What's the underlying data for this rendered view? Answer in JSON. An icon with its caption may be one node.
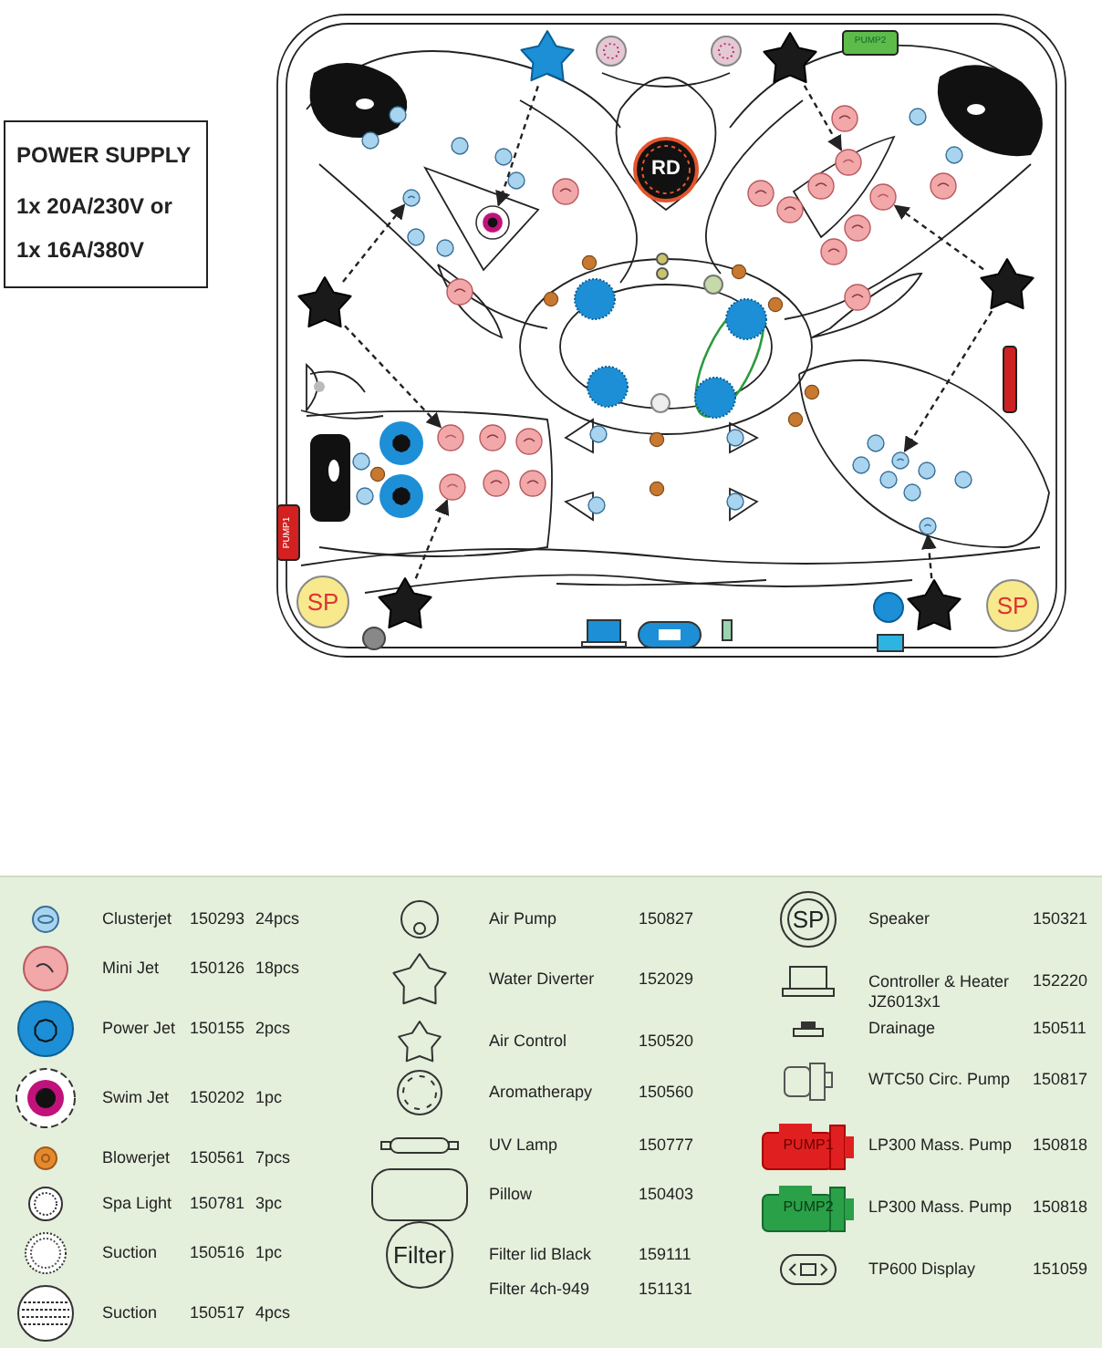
{
  "diagram": {
    "nodes": [
      {
        "text": [
          "POWER SUPPLY",
          "1x 20A/230V or 1x 16A/380V"
        ]
      },
      {
        "text": [],
        "shape": "star"
      },
      {
        "text": [],
        "shape": "star"
      },
      {
        "text": [],
        "shape": "circle"
      },
      {
        "text": [],
        "shape": "circle"
      },
      {
        "text": [],
        "shape": "circle"
      },
      {
        "text": [],
        "shape": "circle"
      },
      {
        "text": [],
        "shape": "star"
      },
      {
        "text": [],
        "shape": "star"
      },
      {
        "text": [],
        "shape": "circle"
      },
      {
        "text": [],
        "shape": "circle"
      },
      {
        "text": [],
        "shape": "circle"
      },
      {
        "text": [],
        "shape": "circle"
      },
      {
        "text": [],
        "shape": "star"
      },
      {
        "text": [],
        "shape": "star"
      }
    ],
    "edges": [
      {
        "from": 1,
        "to": 3,
        "arrow": "to",
        "style": "dashed"
      },
      {
        "from": 2,
        "to": 4,
        "arrow": "to",
        "style": "dashed"
      },
      {
        "from": 7,
        "to": 5,
        "arrow": "to",
        "style": "dashed"
      },
      {
        "from": 7,
        "to": 9,
        "arrow": "to",
        "style": "dashed"
      },
      {
        "from": 8,
        "to": 6,
        "arrow": "to",
        "style": "dashed"
      },
      {
        "from": 8,
        "to": 10,
        "arrow": "to",
        "style": "dashed"
      },
      {
        "from": 13,
        "to": 11,
        "arrow": "to",
        "style": "dashed"
      },
      {
        "from": 14,
        "to": 12,
        "arrow": "to",
        "style": "dashed"
      }
    ],
    "labels": [
      "RD",
      "PUMP2",
      "PUMP1",
      "SP",
      "SP",
      "150293",
      "24pcs",
      "150126",
      "18pcs",
      "150155",
      "2pcs",
      "150202",
      "1pc",
      "150561",
      "7pcs",
      "150781",
      "3pc",
      "150516",
      "1pc",
      "150517",
      "4pcs",
      "150827",
      "152029",
      "150520",
      "150560",
      "150777",
      "150403",
      "Filter",
      "159111",
      "151131",
      "SP",
      "150321",
      "152220",
      "150511",
      "150817",
      "PUMP1",
      "150818",
      "PUMP2",
      "150818",
      "151059"
    ],
    "legend": [
      {
        "text": "Clusterjet"
      },
      {
        "text": "Mini Jet"
      },
      {
        "text": "Power Jet"
      },
      {
        "text": "Swim Jet"
      },
      {
        "text": "Blowerjet"
      },
      {
        "text": "Spa Light"
      },
      {
        "text": "Suction"
      },
      {
        "text": "Suction"
      },
      {
        "text": "Air Pump"
      },
      {
        "text": "Water Diverter"
      },
      {
        "text": "Air Control"
      },
      {
        "text": "Aromatherapy"
      },
      {
        "text": "UV Lamp"
      },
      {
        "text": "Pillow"
      },
      {
        "text": "Filter lid Black"
      },
      {
        "text": "Filter 4ch-949"
      },
      {
        "text": "Speaker"
      },
      {
        "text": "Controller & Heater JZ6013x1"
      },
      {
        "text": "Drainage"
      },
      {
        "text": "WTC50 Circ. Pump"
      },
      {
        "text": "LP300 Mass. Pump"
      },
      {
        "text": "LP300 Mass. Pump"
      },
      {
        "text": "TP600 Display"
      }
    ]
  }
}
